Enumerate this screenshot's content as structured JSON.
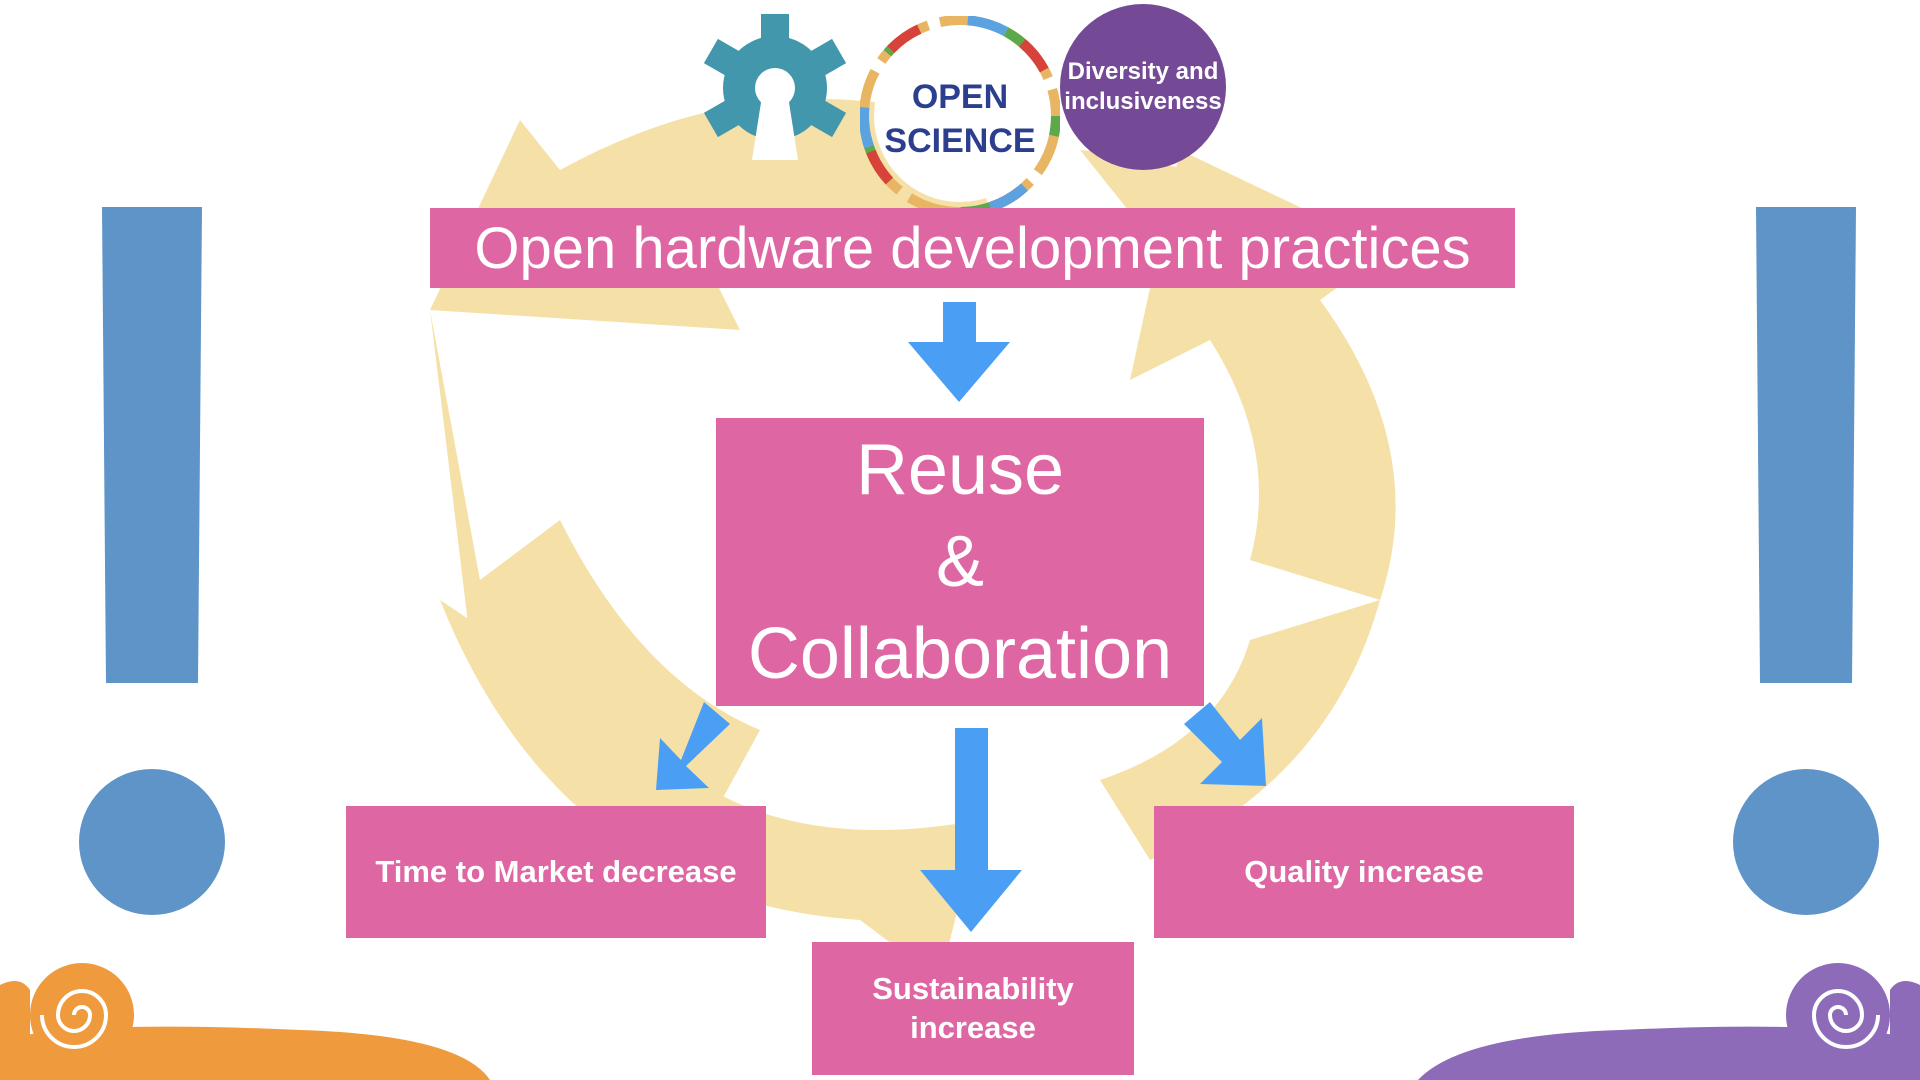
{
  "diagram": {
    "title": "Open hardware development practices",
    "center_lines": [
      "Reuse",
      "&",
      "Collaboration"
    ],
    "outcomes": {
      "time_to_market": "Time to Market decrease",
      "quality": "Quality increase",
      "sustainability_line1": "Sustainability",
      "sustainability_line2": "increase"
    },
    "logos": {
      "open_science_line1": "OPEN",
      "open_science_line2": "SCIENCE",
      "diversity_line1": "Diversity and",
      "diversity_line2": "inclusiveness",
      "gear_icon": "open-hardware-gear-icon"
    },
    "colors": {
      "box_pink": "#de66a3",
      "arrow_blue": "#4a9ff5",
      "exclamation_blue": "#5e94c7",
      "recycle_yellow": "#f5e1a8",
      "gear_teal": "#4297ad",
      "diversity_purple": "#744a96",
      "orange_snail": "#ef9a3c",
      "purple_snail": "#8d6bb8"
    }
  }
}
